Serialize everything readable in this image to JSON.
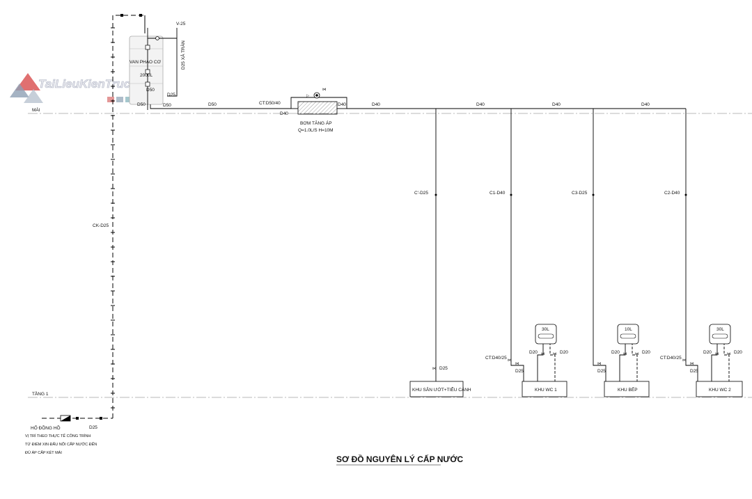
{
  "title": "SƠ ĐỒ NGUYÊN LÝ CẤP NƯỚC",
  "watermark": "TaiLieuKienTruc.Net",
  "levels": {
    "roof": "MÁI",
    "floor1": "TẦNG 1"
  },
  "tank": {
    "label": "VAN PHAO CƠ",
    "capacity": "2000L"
  },
  "tank_labels": {
    "vent": "V-25",
    "overflow": "D25 XẢ TRÀN",
    "d50_a": "D50",
    "d25": "D25",
    "d50_b": "D50",
    "d50_c": "D50",
    "d50_main": "D50"
  },
  "pump": {
    "label": "BƠM TĂNG ÁP",
    "spec": "Q=1.0L/S H=10M",
    "inlet": "CT:D50/40",
    "d40_in": "D40",
    "d40_out": "D40"
  },
  "main_pipe_labels": [
    "D40",
    "D40",
    "D40",
    "D40"
  ],
  "riser": {
    "left": "CK-D25",
    "meter_pipe": "D25"
  },
  "meter": {
    "label": "HỐ ĐỒNG HỒ",
    "note": [
      "VỊ TRÍ THEO THỰC TẾ CÔNG TRÌNH",
      "TỪ ĐIỂM XIN ĐẤU NỐI CẤP NƯỚC ĐẾN",
      "ĐỦ ÁP CẤP KÉT MÁI"
    ]
  },
  "branches": [
    {
      "code": "C'-D25",
      "area": "KHU SÂN ƯỚT+TIỂU CẢNH",
      "pipe": "D25"
    },
    {
      "code": "C1-D40",
      "area": "KHU WC 1",
      "heater": "30L",
      "reducer": "CT:D40/25",
      "pipe": "D25",
      "hot": "D20",
      "cold": "D20"
    },
    {
      "code": "C3-D25",
      "area": "KHU BẾP",
      "heater": "10L",
      "pipe": "D25",
      "hot": "D20",
      "cold": "D20"
    },
    {
      "code": "C2-D40",
      "area": "KHU WC 2",
      "heater": "30L",
      "reducer": "CT:D40/25",
      "pipe": "D25",
      "hot": "D20",
      "cold": "D20"
    }
  ]
}
